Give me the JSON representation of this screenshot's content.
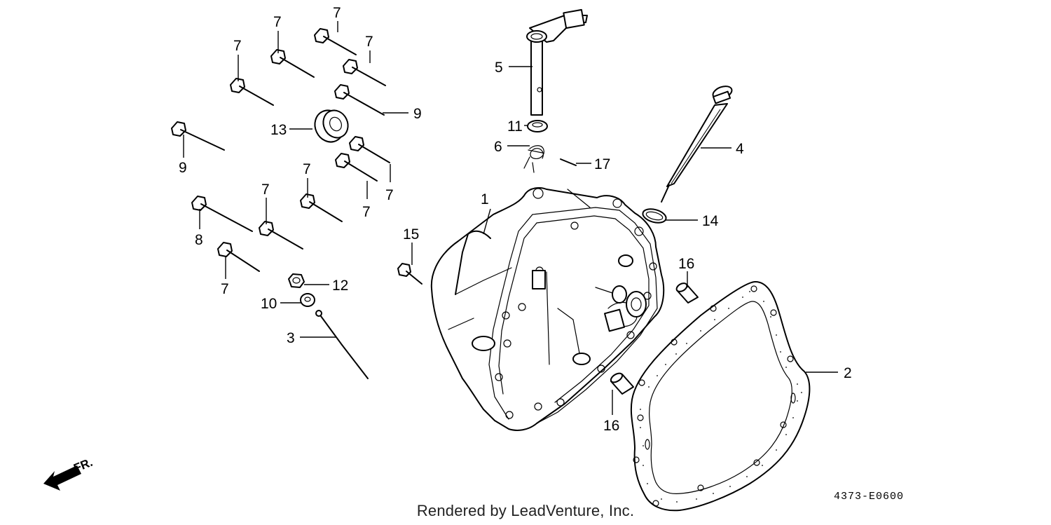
{
  "diagram": {
    "callouts": [
      {
        "id": "c1",
        "label": "1"
      },
      {
        "id": "c2",
        "label": "2"
      },
      {
        "id": "c3",
        "label": "3"
      },
      {
        "id": "c4",
        "label": "4"
      },
      {
        "id": "c5",
        "label": "5"
      },
      {
        "id": "c6",
        "label": "6"
      },
      {
        "id": "c7a",
        "label": "7"
      },
      {
        "id": "c7b",
        "label": "7"
      },
      {
        "id": "c7c",
        "label": "7"
      },
      {
        "id": "c7d",
        "label": "7"
      },
      {
        "id": "c7e",
        "label": "7"
      },
      {
        "id": "c7f",
        "label": "7"
      },
      {
        "id": "c7g",
        "label": "7"
      },
      {
        "id": "c7h",
        "label": "7"
      },
      {
        "id": "c7i",
        "label": "7"
      },
      {
        "id": "c7j",
        "label": "7"
      },
      {
        "id": "c8",
        "label": "8"
      },
      {
        "id": "c9a",
        "label": "9"
      },
      {
        "id": "c9b",
        "label": "9"
      },
      {
        "id": "c10",
        "label": "10"
      },
      {
        "id": "c11",
        "label": "11"
      },
      {
        "id": "c12",
        "label": "12"
      },
      {
        "id": "c13",
        "label": "13"
      },
      {
        "id": "c14",
        "label": "14"
      },
      {
        "id": "c15",
        "label": "15"
      },
      {
        "id": "c16a",
        "label": "16"
      },
      {
        "id": "c16b",
        "label": "16"
      },
      {
        "id": "c17",
        "label": "17"
      }
    ],
    "front_indicator": "FR.",
    "diagram_code": "4373-E0600",
    "credit": "Rendered by LeadVenture, Inc."
  }
}
